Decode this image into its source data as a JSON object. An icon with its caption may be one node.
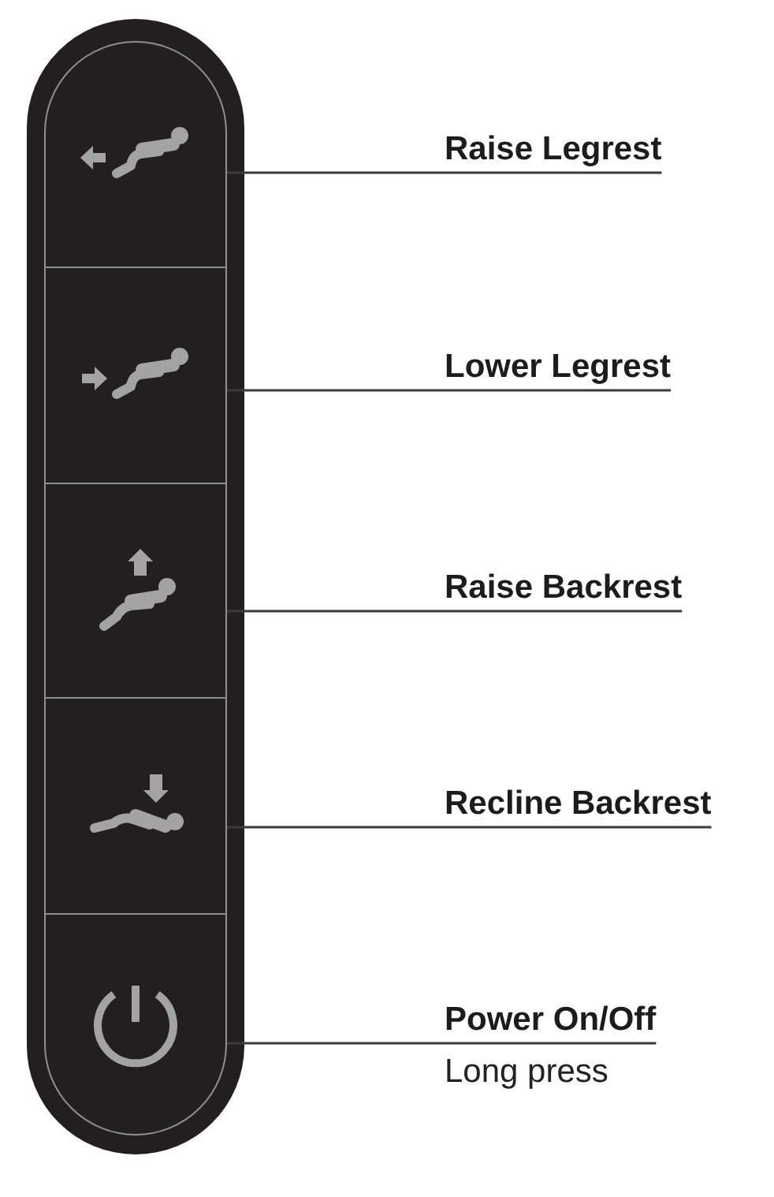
{
  "diagram": {
    "nodes": [
      {
        "text": [],
        "shape": "box"
      },
      {
        "text": [],
        "shape": "box",
        "in": 0
      },
      {
        "text": [],
        "shape": "box",
        "in": 0
      },
      {
        "text": [],
        "shape": "box",
        "in": 0
      },
      {
        "text": [],
        "shape": "box",
        "in": 0
      },
      {
        "text": [],
        "shape": "box",
        "in": 0
      },
      {
        "text": [
          "Raise Legrest"
        ]
      },
      {
        "text": [
          "Lower Legrest"
        ]
      },
      {
        "text": [
          "Raise Backrest"
        ]
      },
      {
        "text": [
          "Recline Backrest"
        ]
      },
      {
        "text": [
          "Power On/Off"
        ],
        "beside": [
          "Long press"
        ]
      }
    ],
    "edges": [
      {
        "from": 6,
        "to": 1,
        "arrow": "none"
      },
      {
        "from": 7,
        "to": 2,
        "arrow": "none"
      },
      {
        "from": 8,
        "to": 3,
        "arrow": "none"
      },
      {
        "from": 9,
        "to": 4,
        "arrow": "none"
      },
      {
        "from": 10,
        "to": 5,
        "arrow": "none"
      }
    ]
  }
}
